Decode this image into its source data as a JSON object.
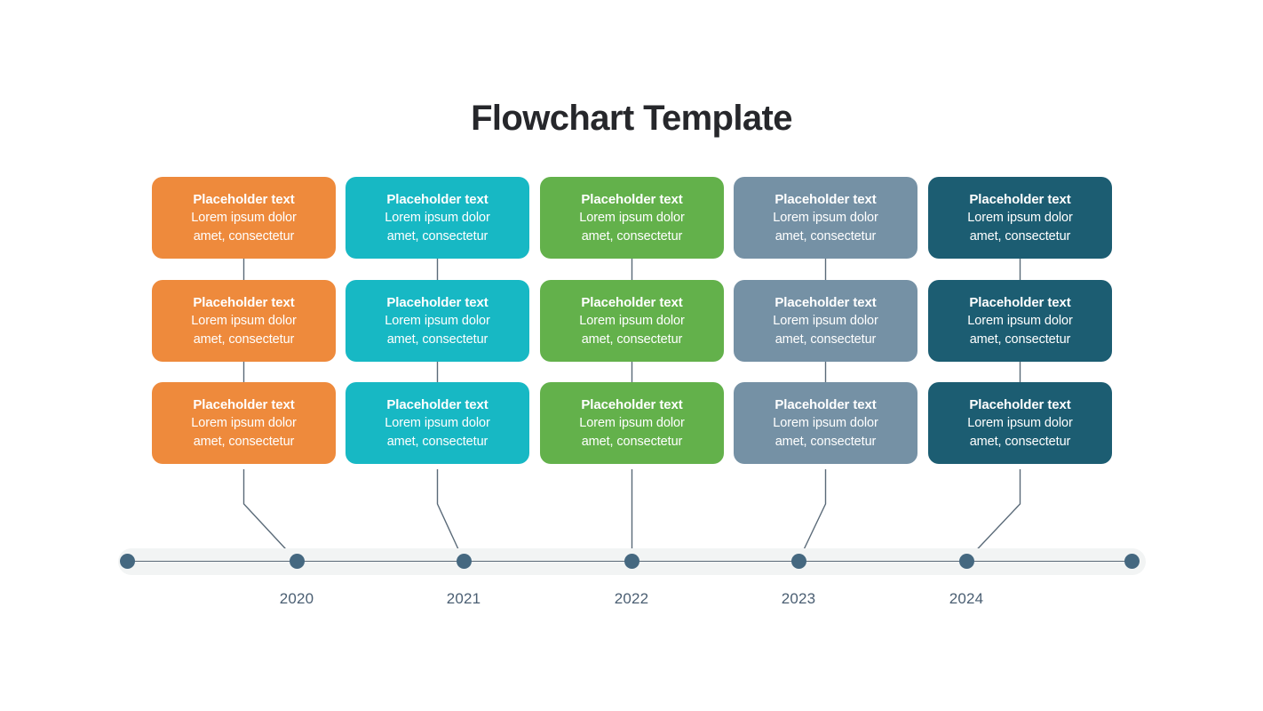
{
  "title": "Flowchart Template",
  "colors": {
    "background": "#ffffff",
    "title_text": "#26272b",
    "connector": "#5a6a78",
    "timeline_bar": "#f2f4f4",
    "timeline_dot": "#456880",
    "year_text": "#4a5e72",
    "card_text": "#ffffff",
    "column_orange": "#ee8a3c",
    "column_teal": "#17b8c4",
    "column_green": "#63b14b",
    "column_slate": "#7591a5",
    "column_darkteal": "#1c5d72"
  },
  "columns": [
    {
      "name": "column-orange",
      "color": "#ee8a3c",
      "cards": [
        {
          "title": "Placeholder text",
          "line1": "Lorem ipsum dolor",
          "line2": "amet, consectetur"
        },
        {
          "title": "Placeholder text",
          "line1": "Lorem ipsum dolor",
          "line2": "amet, consectetur"
        },
        {
          "title": "Placeholder text",
          "line1": "Lorem ipsum dolor",
          "line2": "amet, consectetur"
        }
      ]
    },
    {
      "name": "column-teal",
      "color": "#17b8c4",
      "cards": [
        {
          "title": "Placeholder text",
          "line1": "Lorem ipsum dolor",
          "line2": "amet, consectetur"
        },
        {
          "title": "Placeholder text",
          "line1": "Lorem ipsum dolor",
          "line2": "amet, consectetur"
        },
        {
          "title": "Placeholder text",
          "line1": "Lorem ipsum dolor",
          "line2": "amet, consectetur"
        }
      ]
    },
    {
      "name": "column-green",
      "color": "#63b14b",
      "cards": [
        {
          "title": "Placeholder text",
          "line1": "Lorem ipsum dolor",
          "line2": "amet, consectetur"
        },
        {
          "title": "Placeholder text",
          "line1": "Lorem ipsum dolor",
          "line2": "amet, consectetur"
        },
        {
          "title": "Placeholder text",
          "line1": "Lorem ipsum dolor",
          "line2": "amet, consectetur"
        }
      ]
    },
    {
      "name": "column-slate",
      "color": "#7591a5",
      "cards": [
        {
          "title": "Placeholder text",
          "line1": "Lorem ipsum dolor",
          "line2": "amet, consectetur"
        },
        {
          "title": "Placeholder text",
          "line1": "Lorem ipsum dolor",
          "line2": "amet, consectetur"
        },
        {
          "title": "Placeholder text",
          "line1": "Lorem ipsum dolor",
          "line2": "amet, consectetur"
        }
      ]
    },
    {
      "name": "column-darkteal",
      "color": "#1c5d72",
      "cards": [
        {
          "title": "Placeholder text",
          "line1": "Lorem ipsum dolor",
          "line2": "amet, consectetur"
        },
        {
          "title": "Placeholder text",
          "line1": "Lorem ipsum dolor",
          "line2": "amet, consectetur"
        },
        {
          "title": "Placeholder text",
          "line1": "Lorem ipsum dolor",
          "line2": "amet, consectetur"
        }
      ]
    }
  ],
  "timeline": {
    "years": [
      "2020",
      "2021",
      "2022",
      "2023",
      "2024"
    ],
    "milestone_x": [
      143,
      334,
      522,
      711,
      899,
      1088,
      1274
    ],
    "year_x": [
      334,
      522,
      711,
      899,
      1088
    ]
  }
}
